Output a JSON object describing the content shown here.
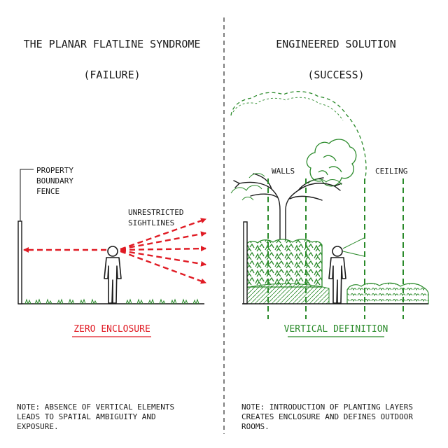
{
  "colors": {
    "ink": "#1a1a1a",
    "failure": "#e01b24",
    "success": "#2a8a2a",
    "divider": "#555555"
  },
  "left_panel": {
    "title_line1": "THE PLANAR FLATLINE SYNDROME",
    "title_line2": "(FAILURE)",
    "fence_label": "PROPERTY\nBOUNDARY\nFENCE",
    "sightlines_label": "UNRESTRICTED\nSIGHTLINES",
    "caption": "ZERO ENCLOSURE",
    "note": "NOTE: ABSENCE OF VERTICAL ELEMENTS\nLEADS TO SPATIAL AMBIGUITY AND\nEXPOSURE."
  },
  "right_panel": {
    "title_line1": "ENGINEERED SOLUTION",
    "title_line2": "(SUCCESS)",
    "walls_label": "WALLS",
    "ceiling_label": "CEILING",
    "caption": "VERTICAL DEFINITION",
    "note": "NOTE: INTRODUCTION OF PLANTING LAYERS\nCREATES ENCLOSURE AND DEFINES OUTDOOR\nROOMS."
  },
  "icons": {
    "person": "person-figure-icon",
    "tree": "tree-icon",
    "fence": "fence-post-icon",
    "hedge": "hedge-icon",
    "shrub": "shrub-icon",
    "canopy": "canopy-outline-icon"
  }
}
